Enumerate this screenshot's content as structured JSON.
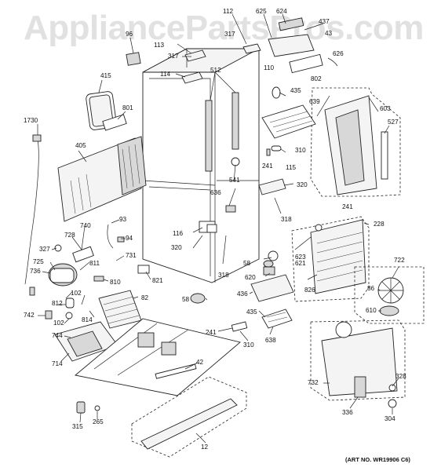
{
  "watermark": "AppliancePartsPros.com",
  "art_number": "(ART NO. WR19906 C6)",
  "labels": {
    "l112": "112",
    "l625": "625",
    "l624": "624",
    "l437": "437",
    "l43x": "43",
    "l96": "96",
    "l113": "113",
    "l317a": "317",
    "l317b": "317",
    "l110": "110",
    "l626": "626",
    "l802": "802",
    "l114": "114",
    "l512": "512",
    "l415": "415",
    "l435a": "435",
    "l639": "639",
    "l603": "603",
    "l801": "801",
    "l527": "527",
    "l1730": "1730",
    "l405": "405",
    "l310a": "310",
    "l241a": "241",
    "l115": "115",
    "l541": "541",
    "l636": "636",
    "l320a": "320",
    "l93": "93",
    "l318a": "318",
    "l241b": "241",
    "l228": "228",
    "l740": "740",
    "l728": "728",
    "l327": "327",
    "l94": "94",
    "l116": "116",
    "l320b": "320",
    "l621": "621",
    "l725": "725",
    "l811": "811",
    "l731": "731",
    "l58a": "58",
    "l623": "623",
    "l722": "722",
    "l736": "736",
    "l318b": "318",
    "l620": "620",
    "l810": "810",
    "l821": "821",
    "l826": "826",
    "l86": "86",
    "l102a": "102",
    "l436": "436",
    "l812": "812",
    "l82": "82",
    "l58b": "58",
    "l610": "610",
    "l742": "742",
    "l814": "814",
    "l435b": "435",
    "l102b": "102",
    "l744": "744",
    "l241c": "241",
    "l638": "638",
    "l310b": "310",
    "l714": "714",
    "l42": "42",
    "l732": "732",
    "l328": "328",
    "l336": "336",
    "l315": "315",
    "l265": "265",
    "l304": "304",
    "l12": "12"
  }
}
